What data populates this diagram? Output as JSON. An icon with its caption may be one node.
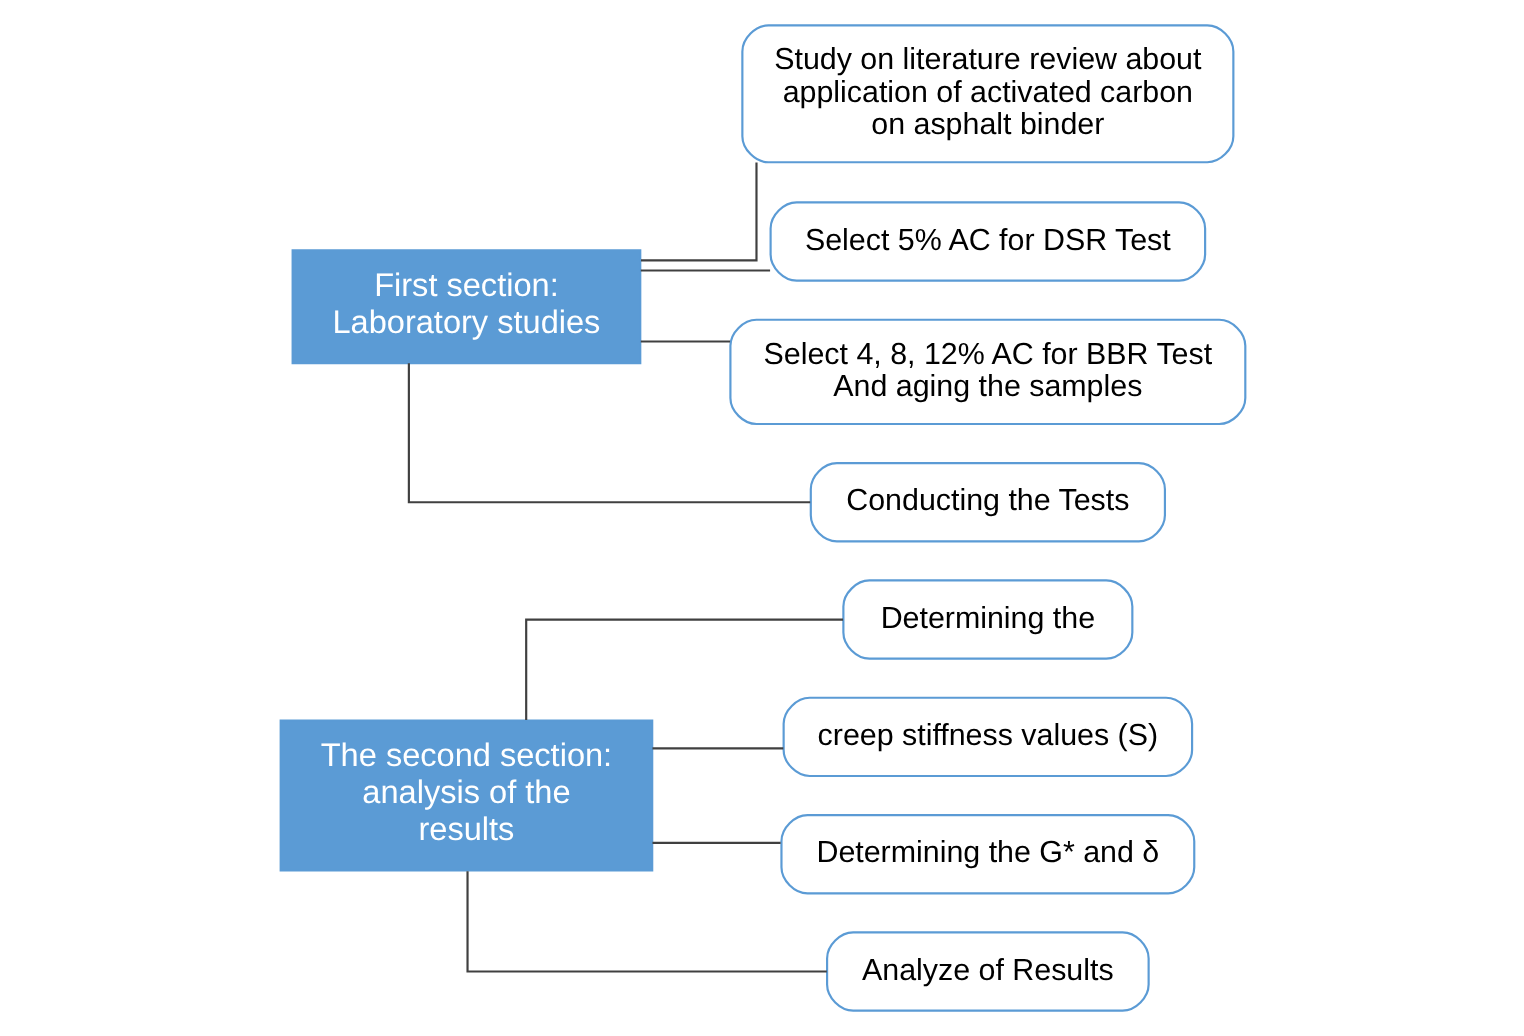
{
  "diagram": {
    "nodes": [
      {
        "text": [
          "The second section: analysis of the results"
        ]
      },
      {
        "text": [
          "Determining the"
        ]
      },
      {
        "text": [
          "creep stiffness values (S)"
        ]
      },
      {
        "text": [
          "Determining the G* and δ"
        ]
      },
      {
        "text": [
          "Analyze of Results"
        ]
      },
      {
        "text": [
          "First section: Laboratory studies"
        ]
      },
      {
        "text": [
          "Study on literature review about application of activated carbon on asphalt binder"
        ]
      },
      {
        "text": [
          "Select 5% AC for DSR Test"
        ]
      },
      {
        "text": [
          "Select 4, 8, 12% AC for BBR Test And aging the samples"
        ]
      },
      {
        "text": [
          "Conducting the Tests"
        ]
      }
    ],
    "edges": [
      {
        "from": 0,
        "to": 1,
        "arrow": "none"
      },
      {
        "from": 0,
        "to": 2,
        "arrow": "none"
      },
      {
        "from": 0,
        "to": 3,
        "arrow": "none"
      },
      {
        "from": 0,
        "to": 4,
        "arrow": "none"
      },
      {
        "from": 5,
        "to": 6,
        "arrow": "none"
      },
      {
        "from": 5,
        "to": 7,
        "arrow": "none"
      },
      {
        "from": 5,
        "to": 8,
        "arrow": "none"
      },
      {
        "from": 5,
        "to": 9,
        "arrow": "none"
      }
    ]
  }
}
